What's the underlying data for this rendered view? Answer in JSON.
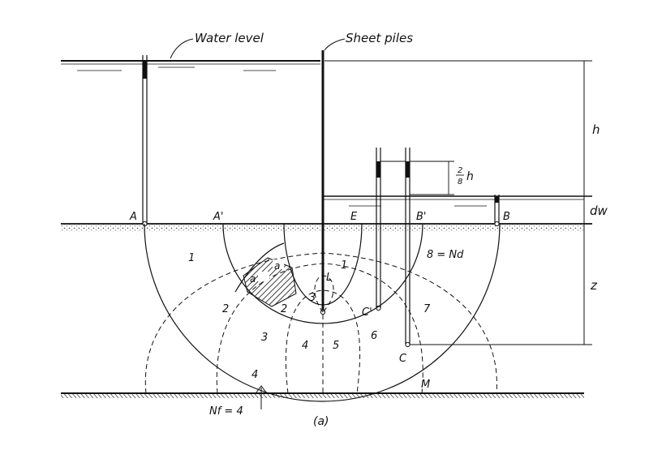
{
  "labels": {
    "water_level": "Water level",
    "sheet_piles": "Sheet piles",
    "A": "A",
    "A_prime": "A'",
    "E": "E",
    "B_prime": "B'",
    "B": "B",
    "h": "h",
    "frac_num": "2",
    "frac_den": "8",
    "frac_h": "h",
    "dw": "dw",
    "z": "z",
    "L": "L",
    "C_prime": "C'",
    "C": "C",
    "M": "M",
    "a1": "a",
    "a2": "a",
    "nd_eq": "8 = Nd",
    "nf_eq": "Nf = 4",
    "caption": "(a)",
    "drop_1": "1",
    "drop_2": "2",
    "drop_3": "3",
    "drop_4": "4",
    "drop_5": "5",
    "drop_6": "6",
    "drop_7": "7",
    "channel_1": "1",
    "channel_2": "2",
    "channel_3": "3",
    "channel_4": "4"
  }
}
